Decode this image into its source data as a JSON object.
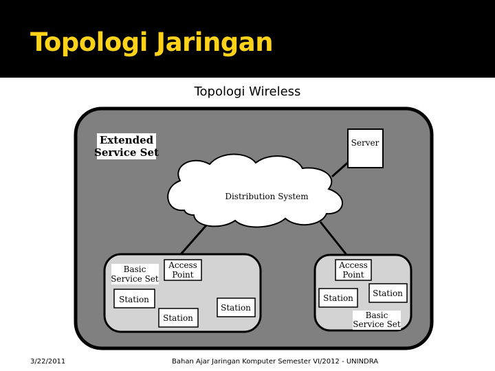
{
  "slide": {
    "title": "Topologi Jaringan",
    "subtitle": "Topologi Wireless",
    "footer_date": "3/22/2011",
    "footer_text": "Bahan Ajar Jaringan Komputer Semester VI/2012 - UNINDRA"
  },
  "diagram": {
    "ess_label_line1": "Extended",
    "ess_label_line2": "Service Set",
    "server_label": "Server",
    "distribution_label": "Distribution System",
    "bss_left": {
      "label_line1": "Basic",
      "label_line2": "Service Set",
      "ap_line1": "Access",
      "ap_line2": "Point",
      "station_1": "Station",
      "station_2": "Station",
      "station_3": "Station"
    },
    "bss_right": {
      "label_line1": "Basic",
      "label_line2": "Service Set",
      "ap_line1": "Access",
      "ap_line2": "Point",
      "station_1": "Station",
      "station_2": "Station"
    }
  }
}
